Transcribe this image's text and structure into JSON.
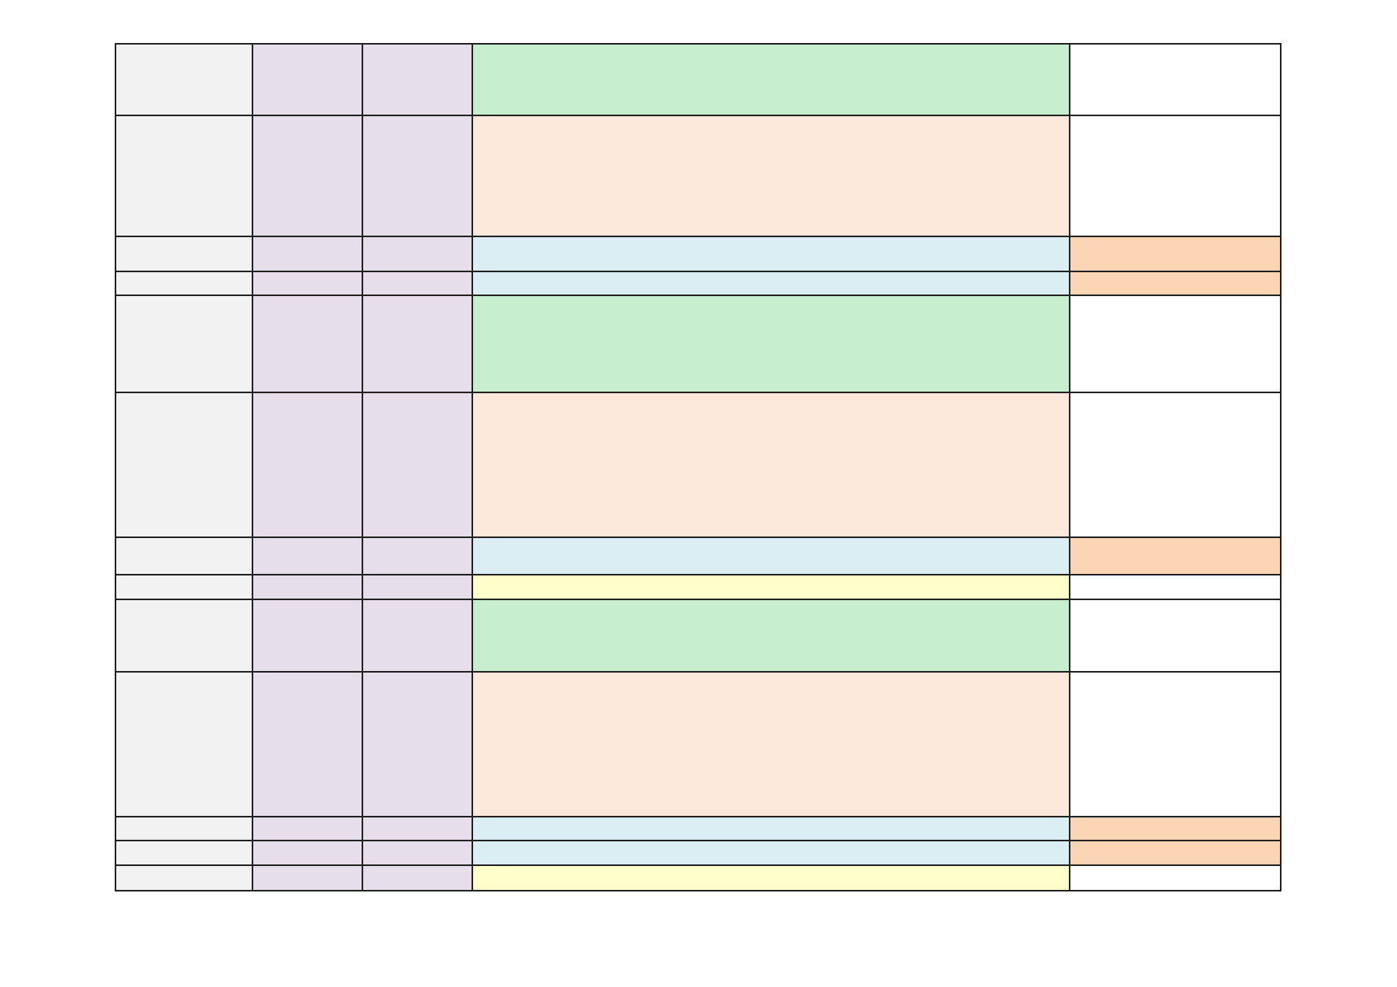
{
  "colors": {
    "A": "#f2f2f2",
    "B": "#e6dfeb",
    "C": "#e6dfeb",
    "green": "#c7efcf",
    "peach": "#fce9db",
    "blue": "#dbeef4",
    "yellow": "#ffffcc",
    "orange": "#fcd5b4",
    "white": "#ffffff",
    "border": "#222222"
  },
  "rows": [
    {
      "d": "green",
      "e": "white"
    },
    {
      "d": "peach",
      "e": "white"
    },
    {
      "d": "blue",
      "e": "orange"
    },
    {
      "d": "blue",
      "e": "orange"
    },
    {
      "d": "green",
      "e": "white"
    },
    {
      "d": "peach",
      "e": "white"
    },
    {
      "d": "blue",
      "e": "orange"
    },
    {
      "d": "yellow",
      "e": "white"
    },
    {
      "d": "green",
      "e": "white"
    },
    {
      "d": "peach",
      "e": "white"
    },
    {
      "d": "blue",
      "e": "orange"
    },
    {
      "d": "blue",
      "e": "orange"
    },
    {
      "d": "yellow",
      "e": "white"
    }
  ]
}
